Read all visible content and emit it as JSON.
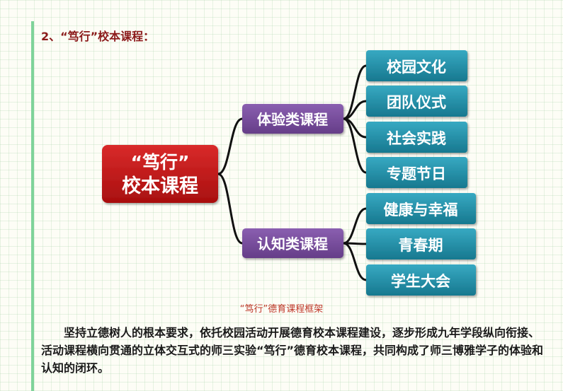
{
  "section": {
    "title": "2、“笃行”校本课程："
  },
  "diagram": {
    "root": {
      "line1": "“笃行”",
      "line2": "校本课程"
    },
    "branches": [
      {
        "label": "体验类课程",
        "leaves": [
          "校园文化",
          "团队仪式",
          "社会实践",
          "专题节日"
        ]
      },
      {
        "label": "认知类课程",
        "leaves": [
          "健康与幸福",
          "青春期",
          "学生大会"
        ]
      }
    ],
    "colors": {
      "root_fill": "#c21a1a",
      "branch_fill": "#7a4e9e",
      "leaf_fill": "#1f8ea8",
      "connector": "#111111"
    }
  },
  "caption": "“笃行”德育课程框架",
  "body_text": "坚持立德树人的根本要求，依托校园活动开展德育校本课程建设，逐步形成九年学段纵向衔接、活动课程横向贯通的立体交互式的师三实验“笃行”德育校本课程，共同构成了师三博雅学子的体验和认知的闭环。"
}
